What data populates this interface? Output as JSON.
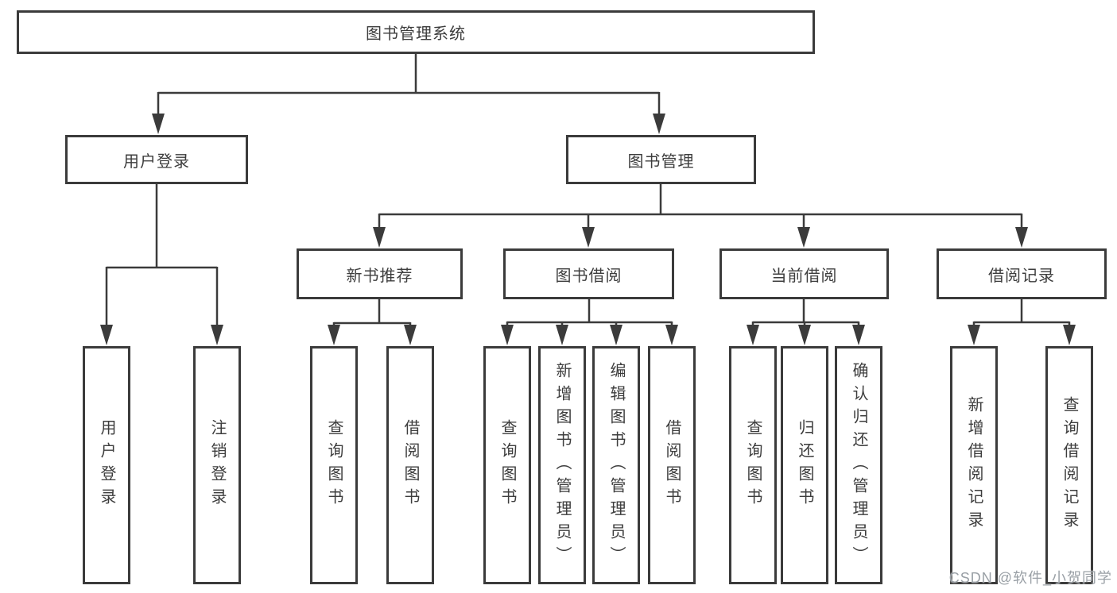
{
  "diagram": {
    "title": "图书管理系统",
    "level2": [
      {
        "id": "user-login",
        "label": "用户登录"
      },
      {
        "id": "book-management",
        "label": "图书管理"
      }
    ],
    "level3": [
      {
        "id": "new-book-recommend",
        "label": "新书推荐",
        "parent": "图书管理"
      },
      {
        "id": "book-borrowing",
        "label": "图书借阅",
        "parent": "图书管理"
      },
      {
        "id": "current-borrowing",
        "label": "当前借阅",
        "parent": "图书管理"
      },
      {
        "id": "borrow-records",
        "label": "借阅记录",
        "parent": "图书管理"
      }
    ],
    "leaves": [
      {
        "parent": "用户登录",
        "label": "用户登录"
      },
      {
        "parent": "用户登录",
        "label": "注销登录"
      },
      {
        "parent": "新书推荐",
        "label": "查询图书"
      },
      {
        "parent": "新书推荐",
        "label": "借阅图书"
      },
      {
        "parent": "图书借阅",
        "label": "查询图书"
      },
      {
        "parent": "图书借阅",
        "label": "新增图书（管理员）"
      },
      {
        "parent": "图书借阅",
        "label": "编辑图书（管理员）"
      },
      {
        "parent": "图书借阅",
        "label": "借阅图书"
      },
      {
        "parent": "当前借阅",
        "label": "查询图书"
      },
      {
        "parent": "当前借阅",
        "label": "归还图书"
      },
      {
        "parent": "当前借阅",
        "label": "确认归还（管理员）"
      },
      {
        "parent": "借阅记录",
        "label": "新增借阅记录"
      },
      {
        "parent": "借阅记录",
        "label": "查询借阅记录"
      }
    ]
  },
  "watermark": {
    "text": "CSDN @软件_小贺同学"
  },
  "colors": {
    "line": "#3b3b3b",
    "text": "#3d3d3d",
    "watermark": "#9aa0a6",
    "background": "#ffffff"
  }
}
